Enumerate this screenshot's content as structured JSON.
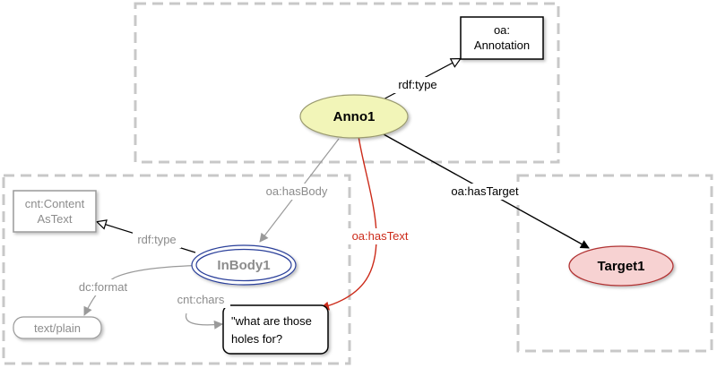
{
  "nodes": {
    "oa_annotation": {
      "line1": "oa:",
      "line2": "Annotation"
    },
    "anno1": {
      "label": "Anno1"
    },
    "inbody1": {
      "label": "InBody1"
    },
    "target1": {
      "label": "Target1"
    },
    "cnt_content_astext": {
      "line1": "cnt:Content",
      "line2": "AsText"
    },
    "text_plain": {
      "label": "text/plain"
    },
    "chars_value": {
      "line1": "\"what are those",
      "line2": "holes for?"
    }
  },
  "edges": {
    "anno_rdf_type": {
      "label": "rdf:type"
    },
    "has_body": {
      "label": "oa:hasBody"
    },
    "has_text": {
      "label": "oa:hasText"
    },
    "has_target": {
      "label": "oa:hasTarget"
    },
    "body_rdf_type": {
      "label": "rdf:type"
    },
    "dc_format": {
      "label": "dc:format"
    },
    "cnt_chars": {
      "label": "cnt:chars"
    }
  },
  "colors": {
    "dashed_border": "#c8c8c8",
    "anno_fill": "#f2f5b8",
    "target_fill": "#f7d2d2",
    "target_stroke": "#b03030",
    "inbody_stroke": "#2a3f9a",
    "has_text_red": "#cc2b1a",
    "gray_text": "#8c8c8c"
  }
}
